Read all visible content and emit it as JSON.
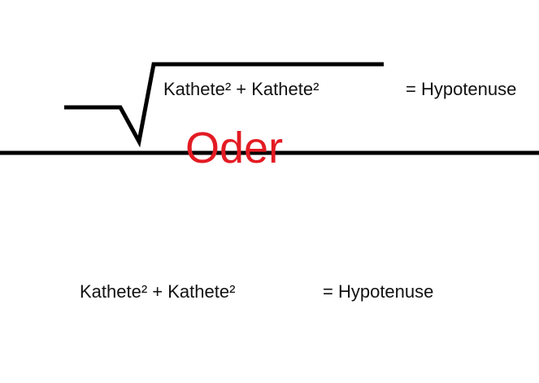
{
  "top_formula": {
    "lhs": "Kathete² + Kathete²",
    "rhs": "= Hypotenuse"
  },
  "divider_word": "Oder",
  "bottom_formula": {
    "lhs": "Kathete² + Kathete²",
    "rhs": "= Hypotenuse"
  },
  "colors": {
    "ink": "#000000",
    "text": "#111111",
    "accent": "#e31b23",
    "background": "#ffffff"
  }
}
